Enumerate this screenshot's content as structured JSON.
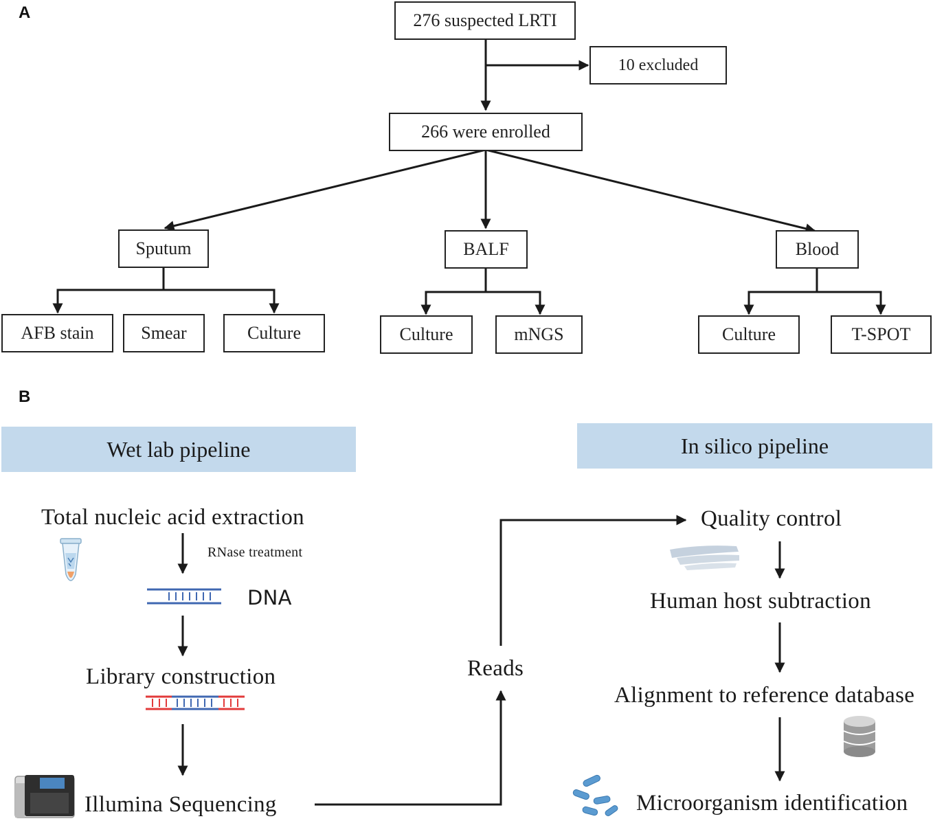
{
  "panels": {
    "a": "A",
    "b": "B"
  },
  "flow": {
    "top": "276 suspected LRTI",
    "excluded": "10 excluded",
    "enrolled": "266  were enrolled",
    "samples": {
      "sputum": "Sputum",
      "balf": "BALF",
      "blood": "Blood"
    },
    "tests": {
      "afb": "AFB stain",
      "smear": "Smear",
      "sputum_culture": "Culture",
      "balf_culture": "Culture",
      "mngs": "mNGS",
      "blood_culture": "Culture",
      "tspot": "T-SPOT"
    }
  },
  "wet_lab": {
    "title": "Wet lab pipeline",
    "extraction": "Total nucleic acid extraction",
    "rnase": "RNase treatment",
    "dna": "DNA",
    "library": "Library construction",
    "sequencing": "Illumina Sequencing"
  },
  "reads": "Reads",
  "in_silico": {
    "title": "In silico pipeline",
    "qc": "Quality control",
    "host": "Human host subtraction",
    "alignment": "Alignment to reference database",
    "identification": "Microorganism identification"
  },
  "colors": {
    "banner": "#c3d9ec",
    "dna_blue": "#3f67b1",
    "dna_red": "#e23a3a",
    "line": "#1a1a1a"
  }
}
